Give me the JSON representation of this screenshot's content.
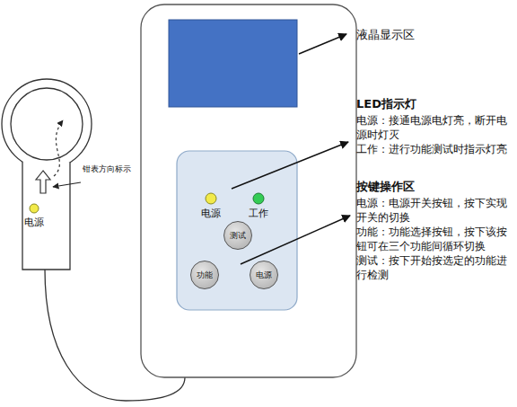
{
  "diagram": {
    "nodes": [
      {
        "text": [
          "电源"
        ]
      },
      {
        "text": [
          "电源"
        ]
      },
      {
        "text": [
          "工作"
        ]
      },
      {
        "text": [
          "测试"
        ]
      },
      {
        "text": [
          "功能"
        ]
      },
      {
        "text": [
          "电源"
        ]
      }
    ],
    "labels": [
      "液晶显示区",
      "LED指示灯",
      "电源：接通电源电灯亮，断开电源时灯灭",
      "工作：进行功能测试时指示灯亮",
      "按键操作区",
      "电源：电源开关按钮，按下实现开关的切换",
      "功能：功能选择按钮，按下该按钮可在三个功能间循环切换",
      "测试：按下开始按选定的功能进行检测",
      "钳表方向标示"
    ]
  }
}
